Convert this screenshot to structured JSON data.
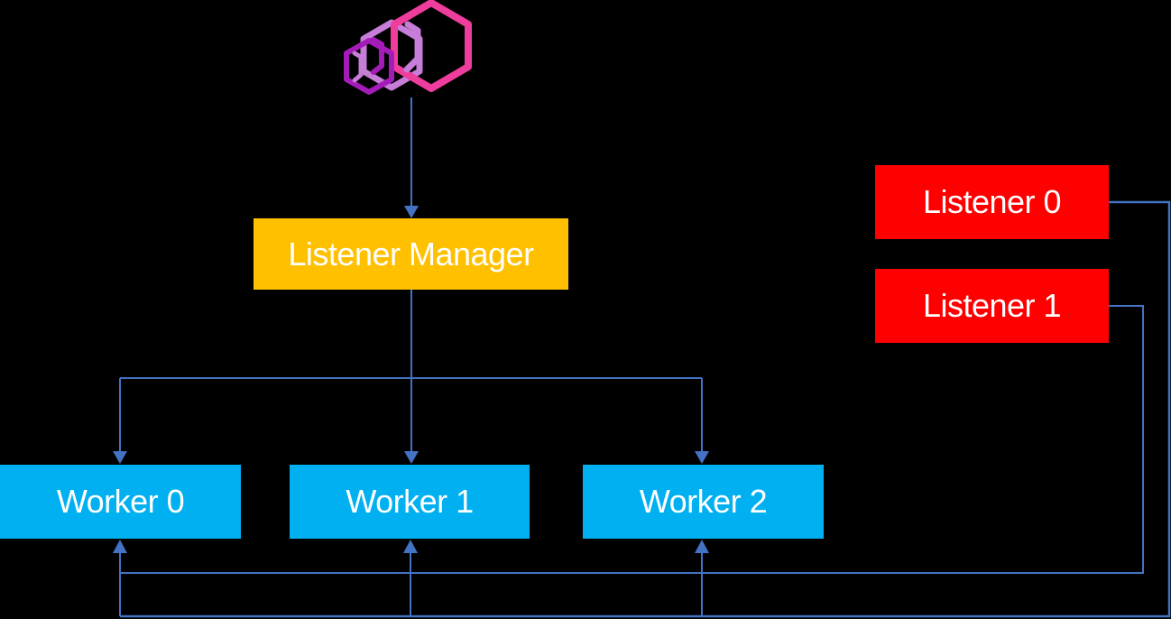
{
  "diagram": {
    "title": "Envoy listener manager and worker threads diagram",
    "background_color": "#000000",
    "connector_color": "#4472C4",
    "text_color": "#FFFFFF",
    "logo": {
      "name": "envoy-logo",
      "colors": {
        "large_cube": "#EE3D9C",
        "medium_cube": "#C77ED8",
        "small_cube": "#A41CB8"
      }
    },
    "nodes": {
      "listener_manager": {
        "label": "Listener Manager",
        "color": "#FFC000"
      },
      "worker_0": {
        "label": "Worker 0",
        "color": "#00B0F0"
      },
      "worker_1": {
        "label": "Worker 1",
        "color": "#00B0F0"
      },
      "worker_2": {
        "label": "Worker 2",
        "color": "#00B0F0"
      },
      "listener_0": {
        "label": "Listener 0",
        "color": "#FF0000"
      },
      "listener_1": {
        "label": "Listener 1",
        "color": "#FF0000"
      }
    },
    "edges": [
      {
        "from": "envoy-logo",
        "to": "listener_manager",
        "style": "arrow-down"
      },
      {
        "from": "listener_manager",
        "to": "worker_0",
        "style": "arrow-down"
      },
      {
        "from": "listener_manager",
        "to": "worker_1",
        "style": "arrow-down"
      },
      {
        "from": "listener_manager",
        "to": "worker_2",
        "style": "arrow-down"
      },
      {
        "from": "listener_0",
        "to": "worker_0,worker_1,worker_2",
        "via": "outer-bottom-bus",
        "style": "arrow-up-into-workers"
      },
      {
        "from": "listener_1",
        "to": "worker_0,worker_1,worker_2",
        "via": "inner-bottom-bus",
        "style": "arrow-up-into-workers"
      }
    ]
  }
}
